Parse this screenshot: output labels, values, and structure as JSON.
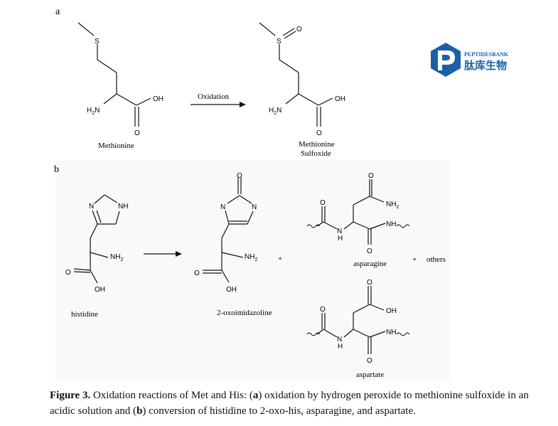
{
  "panels": {
    "a": "a",
    "b": "b"
  },
  "panel_a": {
    "sulfur": "S",
    "oxygen": "O",
    "oh": "OH",
    "amine": "H2N",
    "amine_main": "H",
    "amine_sub": "2",
    "amine_n": "N",
    "arrow_label": "Oxidation",
    "reactant_name": "Methionine",
    "product_name_line1": "Methionine",
    "product_name_line2": "Sulfoxide"
  },
  "panel_b": {
    "n": "N",
    "nh": "NH",
    "h": "H",
    "oh": "OH",
    "o": "O",
    "nh2_main": "NH",
    "nh2_sub": "2",
    "plus": "+",
    "others": "others",
    "histidine": "histidine",
    "oxoimidazoline": "2-oxoimidazoline",
    "asparagine": "asparagine",
    "aspartate": "aspartate"
  },
  "logo": {
    "brand": "PEPTIDESBANK",
    "brand_cn": "肽库生物",
    "color": "#1b5fa8"
  },
  "caption": {
    "label": "Figure 3.",
    "t1": " Oxidation reactions of Met and His: (",
    "a": "a",
    "t2": ") oxidation by hydrogen peroxide to methionine sulfoxide in an acidic solution and (",
    "b": "b",
    "t3": ") conversion of histidine to 2-oxo-his, asparagine, and aspartate."
  }
}
